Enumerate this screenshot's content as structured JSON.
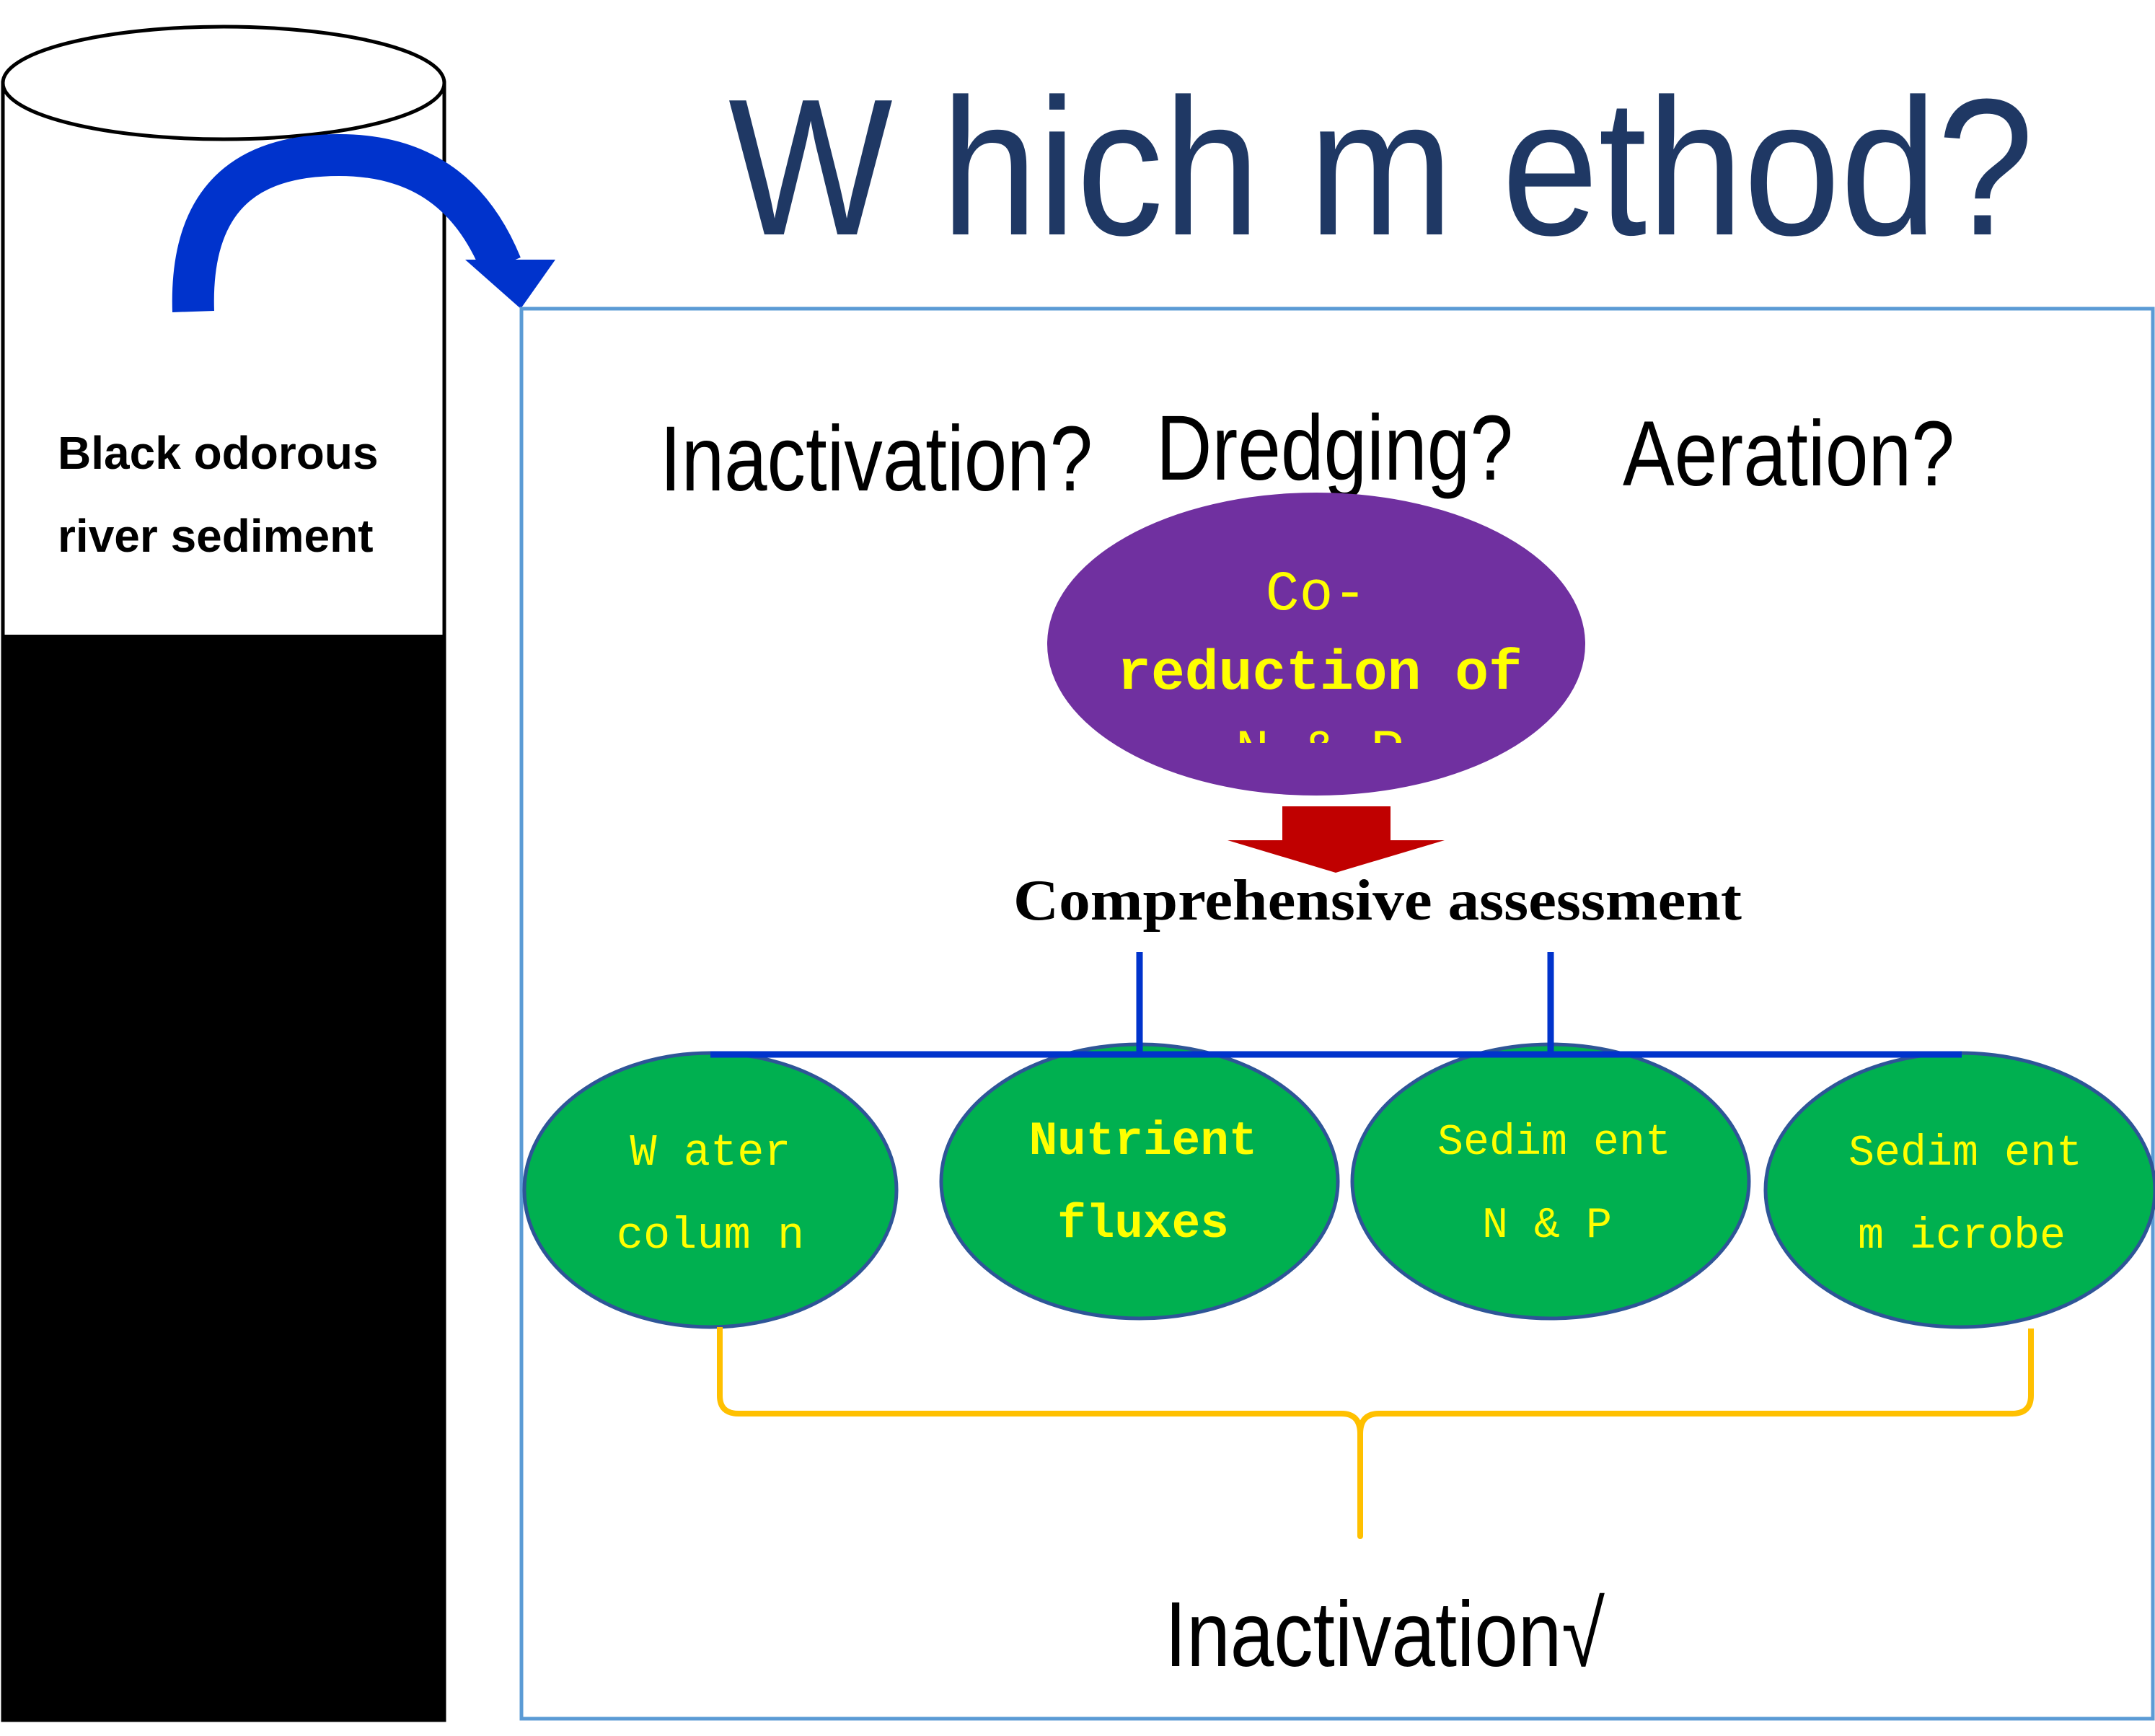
{
  "title": "W hich m ethod?",
  "cylinder": {
    "label_line1": "Black odorous",
    "label_line2": "river sediment"
  },
  "options": {
    "option1": "Inactivation?",
    "option2": "Dredging?",
    "option3": "Aeration?"
  },
  "central_node": {
    "line1": "Co-",
    "line2": "reduction of",
    "line3": "N & P"
  },
  "assessment": "Comprehensive assessment",
  "criteria": [
    {
      "line1": "W ater",
      "line2": "colum n"
    },
    {
      "line1": "Nutrient",
      "line2": "fluxes"
    },
    {
      "line1": "Sedim ent",
      "line2": "N & P"
    },
    {
      "line1": "Sedim ent",
      "line2": "m icrobe"
    }
  ],
  "result": "Inactivation√",
  "colors": {
    "title": "#1f3864",
    "curved_arrow": "#0033cc",
    "panel_border": "#5b9bd5",
    "central_node_fill": "#7030a0",
    "node_text": "#ffff00",
    "down_arrow": "#c00000",
    "connector": "#0033cc",
    "criteria_fill": "#00b050",
    "criteria_stroke": "#2e5597",
    "brace": "#ffc000"
  }
}
